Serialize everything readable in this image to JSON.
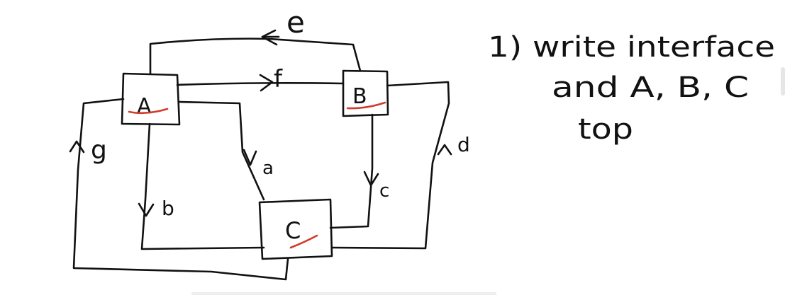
{
  "diagram": {
    "nodes": {
      "A": {
        "label": "A"
      },
      "B": {
        "label": "B"
      },
      "C": {
        "label": "C"
      }
    },
    "edges": {
      "a": {
        "label": "a",
        "from": "A",
        "to": "C"
      },
      "b": {
        "label": "b",
        "from": "A",
        "to": "C"
      },
      "c": {
        "label": "c",
        "from": "B",
        "to": "C"
      },
      "d": {
        "label": "d",
        "from": "C",
        "to": "B"
      },
      "e": {
        "label": "e",
        "from": "B",
        "to": "A"
      },
      "f": {
        "label": "f",
        "from": "A",
        "to": "B"
      },
      "g": {
        "label": "g",
        "from": "C",
        "to": "A"
      }
    }
  },
  "notes": {
    "line1": "1) write interface",
    "line2": "and A, B, C",
    "line3": "top"
  },
  "colors": {
    "ink": "#111111",
    "underline": "#d23a2a"
  }
}
